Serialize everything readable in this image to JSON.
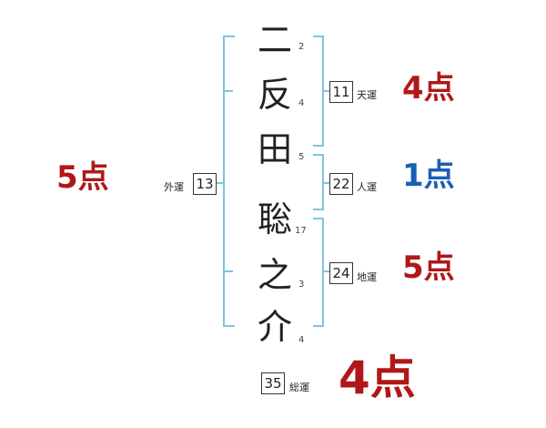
{
  "characters": [
    {
      "char": "二",
      "strokes": "2"
    },
    {
      "char": "反",
      "strokes": "4"
    },
    {
      "char": "田",
      "strokes": "5"
    },
    {
      "char": "聡",
      "strokes": "17"
    },
    {
      "char": "之",
      "strokes": "3"
    },
    {
      "char": "介",
      "strokes": "4"
    }
  ],
  "fortunes": {
    "tenkaku": {
      "label": "天運",
      "value": "11",
      "score": "4点"
    },
    "jinkaku": {
      "label": "人運",
      "value": "22",
      "score": "1点"
    },
    "chikaku": {
      "label": "地運",
      "value": "24",
      "score": "5点"
    },
    "gaikaku": {
      "label": "外運",
      "value": "13",
      "score": "5点"
    },
    "soukaku": {
      "label": "総運",
      "value": "35",
      "score": "4点"
    }
  },
  "colors": {
    "bracket": "#7fc4e2",
    "score_red": "#b01818",
    "score_blue": "#1a5fb4"
  }
}
